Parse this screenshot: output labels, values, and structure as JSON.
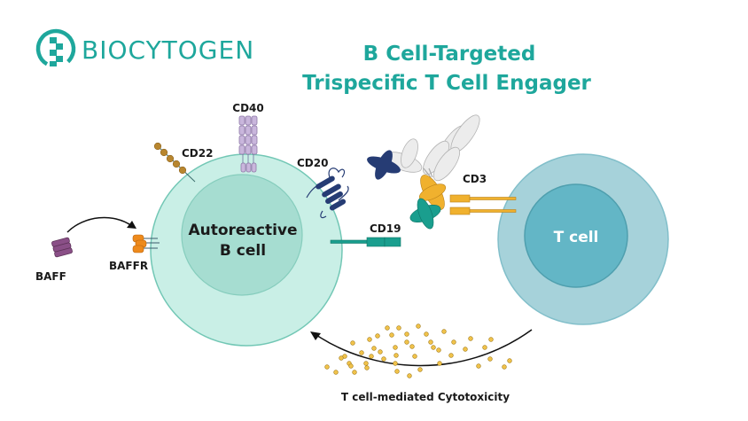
{
  "brand": {
    "name": "BIOCYTOGEN",
    "color": "#1ea79c"
  },
  "title": {
    "line1": "B Cell-Targeted",
    "line2": "Trispecific T Cell Engager",
    "color": "#1ea79c"
  },
  "b_cell": {
    "label_line1": "Autoreactive",
    "label_line2": "B cell",
    "outer_color": "#c9efe6",
    "inner_color": "#a6ddd1"
  },
  "t_cell": {
    "label": "T cell",
    "outer_color": "#a6d2da",
    "inner_color": "#63b6c6"
  },
  "markers": {
    "cd40": "CD40",
    "cd22": "CD22",
    "cd20": "CD20",
    "cd19": "CD19",
    "cd3": "CD3",
    "baff": "BAFF",
    "baffr": "BAFFR"
  },
  "marker_colors": {
    "cd40": "#c9b6dc",
    "cd22": "#b8862f",
    "cd20": "#263c74",
    "cd19": "#1a9e8e",
    "cd3": "#f0b12e",
    "baff": "#8a4f87",
    "baffr": "#ee8a1c"
  },
  "caption": "T cell-mediated Cytotoxicity"
}
